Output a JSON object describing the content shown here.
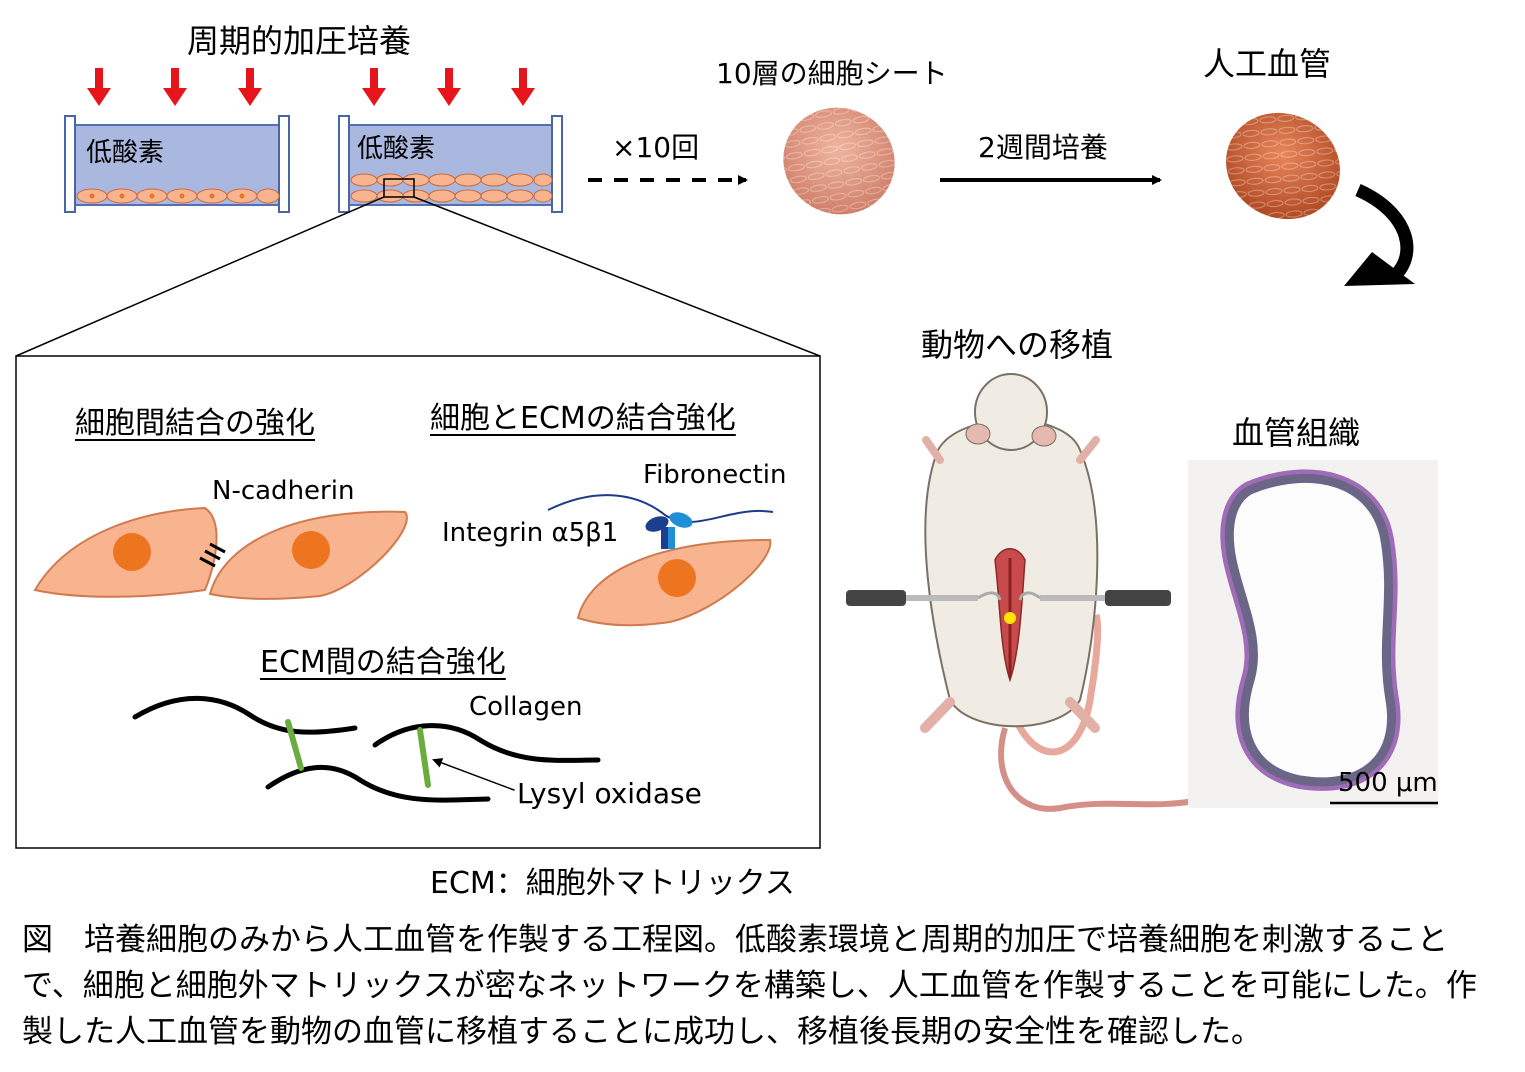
{
  "top": {
    "title_pressure": "周期的加圧培養",
    "hypoxia_label": "低酸素",
    "repeat_label": "×10回",
    "sheet_label": "10層の細胞シート",
    "culture_label": "2週間培養",
    "vessel_label": "人工血管"
  },
  "inset": {
    "cell_cell": {
      "heading": "細胞間結合の強化",
      "molecule": "N-cadherin"
    },
    "cell_ecm": {
      "heading": "細胞とECMの結合強化",
      "ecm_fiber": "Fibronectin",
      "receptor": "Integrin α5β1"
    },
    "ecm_ecm": {
      "heading": "ECM間の結合強化",
      "fiber": "Collagen",
      "crosslinker": "Lysyl oxidase"
    }
  },
  "right": {
    "transplant_label": "動物への移植",
    "tissue_label": "血管組織",
    "scale_bar": "500 μm"
  },
  "footnote": "ECM：細胞外マトリックス",
  "caption": "図　培養細胞のみから人工血管を作製する工程図。低酸素環境と周期的加圧で培養細胞を刺激することで、細胞と細胞外マトリックスが密なネットワークを構築し、人工血管を作製することを可能にした。作製した人工血管を動物の血管に移植することに成功し、移植後長期の安全性を確認した。",
  "colors": {
    "arrow_red": "#e8141b",
    "medium_blue": "#aab8e0",
    "cell_orange": "#f8b48e",
    "nucleus": "#ee7520",
    "crosslink_green": "#6aad3c",
    "integrin_blue": "#1f8fd6",
    "vessel_purple": "#a06cb8"
  }
}
